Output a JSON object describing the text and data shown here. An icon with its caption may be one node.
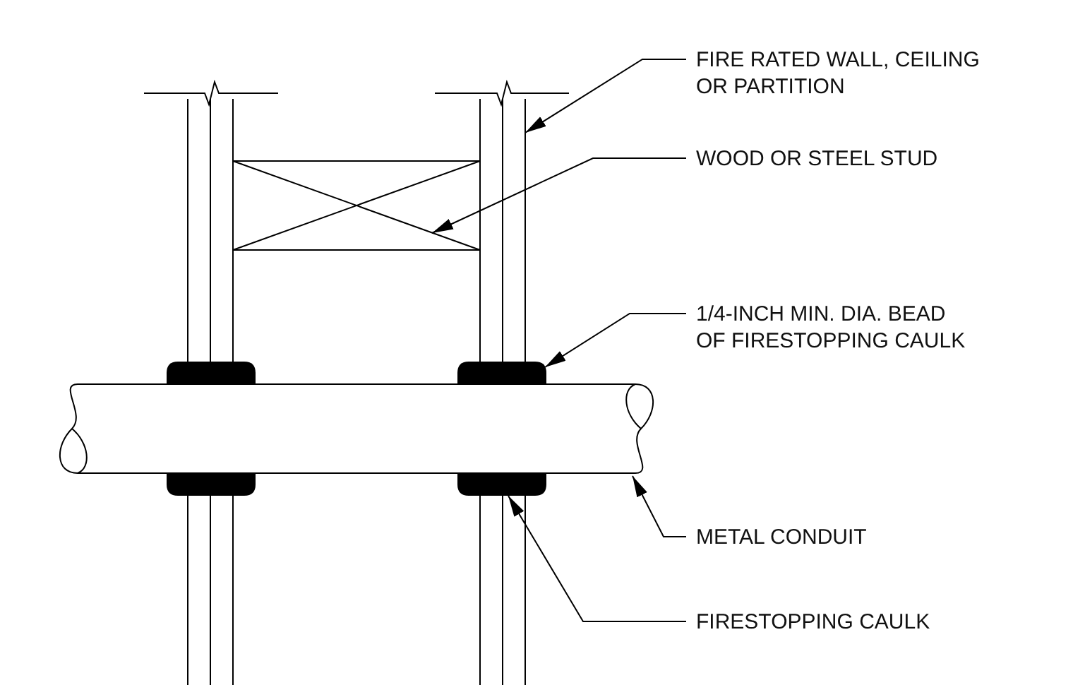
{
  "diagram": {
    "nodes": [
      {
        "text": [
          "FIRE RATED WALL, CEILING OR PARTITION"
        ]
      },
      {
        "text": [
          "WOOD OR STEEL STUD"
        ]
      },
      {
        "text": [
          "1/4-INCH MIN. DIA. BEAD OF FIRESTOPPING CAULK"
        ]
      },
      {
        "text": [
          "METAL CONDUIT"
        ]
      },
      {
        "text": [
          "FIRESTOPPING CAULK"
        ]
      },
      {
        "text": [],
        "shape": "bar"
      },
      {
        "text": [],
        "shape": "box"
      },
      {
        "text": [],
        "shape": "bead"
      },
      {
        "text": [],
        "shape": "cylinder"
      },
      {
        "text": [],
        "shape": "bead"
      },
      {
        "text": [],
        "shape": "bead"
      },
      {
        "text": [],
        "shape": "bead"
      }
    ],
    "edges": [
      {
        "from": 0,
        "to": 5,
        "arrow": "to"
      },
      {
        "from": 1,
        "to": 6,
        "arrow": "to"
      },
      {
        "from": 2,
        "to": 7,
        "arrow": "to"
      },
      {
        "from": 3,
        "to": 8,
        "arrow": "to"
      },
      {
        "from": 4,
        "to": 9,
        "arrow": "to"
      }
    ]
  }
}
